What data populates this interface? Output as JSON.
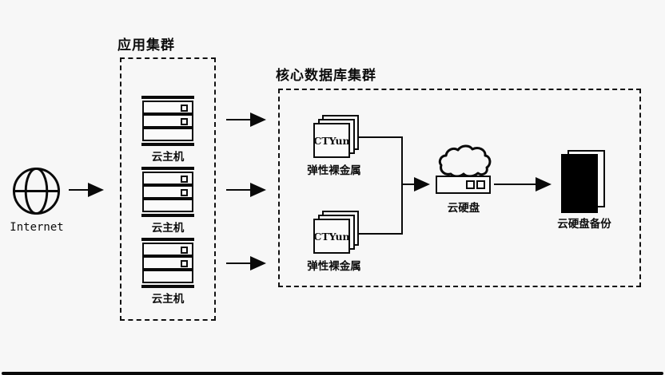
{
  "colors": {
    "background": "#f7f7f7",
    "line": "#0a0a0a",
    "node_fill": "#fafafa",
    "backup_fill": "#000000"
  },
  "internet": {
    "label": "Internet"
  },
  "app_cluster": {
    "title": "应用集群",
    "servers": [
      {
        "label": "云主机"
      },
      {
        "label": "云主机"
      },
      {
        "label": "云主机"
      }
    ]
  },
  "db_cluster": {
    "title": "核心数据库集群",
    "bare_metals": [
      {
        "brand": "CTYun",
        "label": "弹性裸金属"
      },
      {
        "brand": "CTYun",
        "label": "弹性裸金属"
      }
    ],
    "cloud_disk": {
      "label": "云硬盘"
    },
    "backup": {
      "label": "云硬盘备份"
    }
  }
}
